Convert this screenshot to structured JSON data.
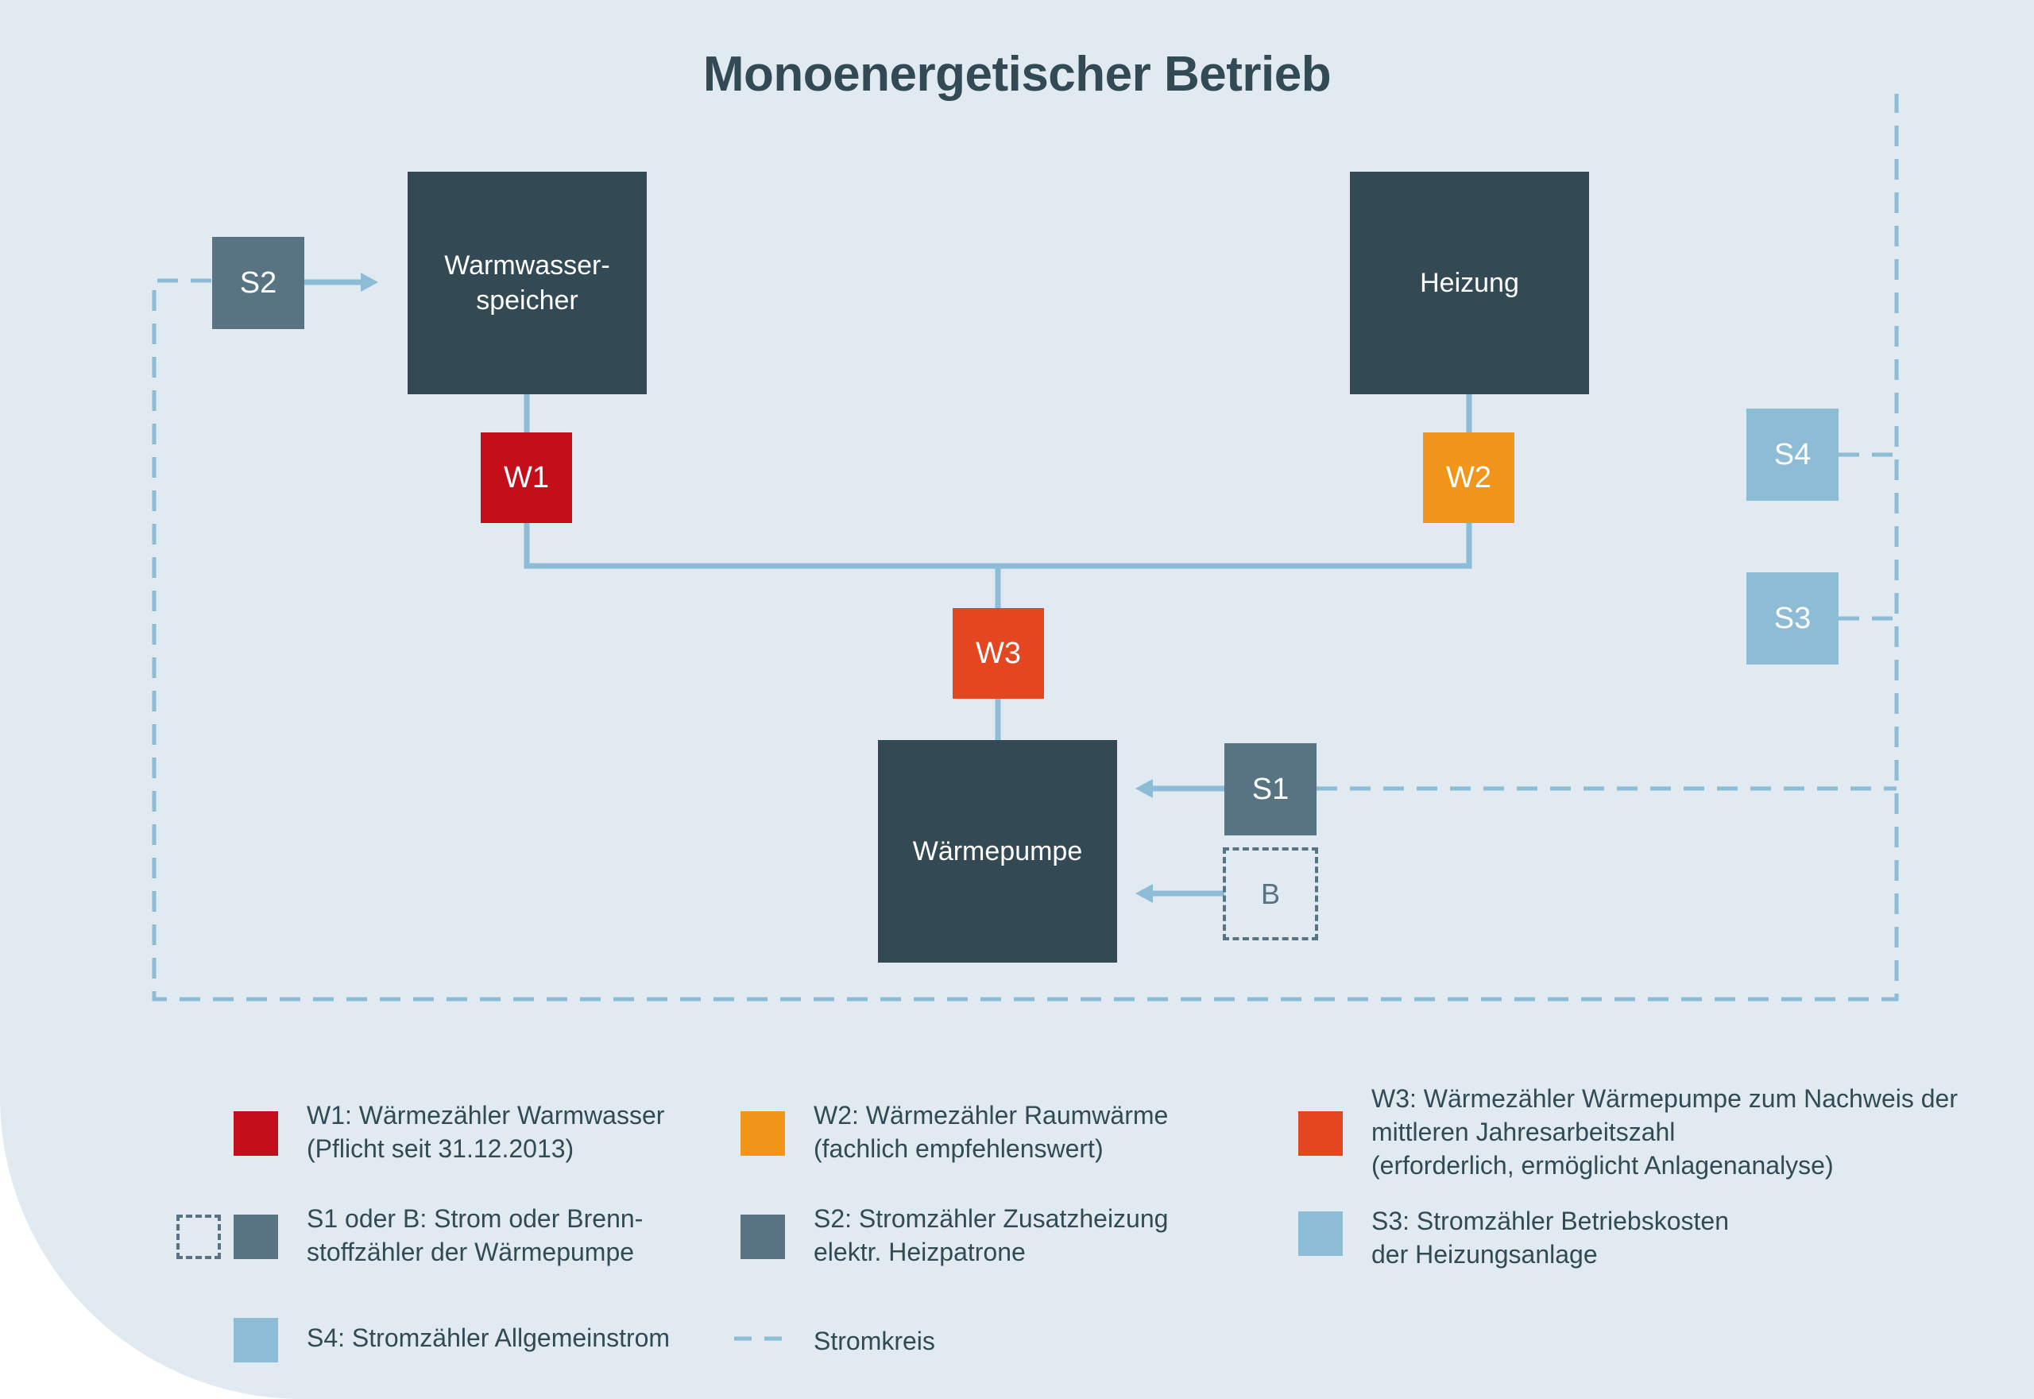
{
  "title": "Monoenergetischer Betrieb",
  "colors": {
    "background": "#e1eaf0",
    "component": "#334a54",
    "w1": "#c40f1b",
    "w2": "#f2961b",
    "w3": "#e4461f",
    "s_dark": "#587382",
    "s_light": "#8dbcd6",
    "pipe": "#8dbcd6"
  },
  "components": {
    "warmwasserspeicher": "Warmwasser-\nspeicher",
    "heizung": "Heizung",
    "waermepumpe": "Wärmepumpe"
  },
  "meters": {
    "w1": "W1",
    "w2": "W2",
    "w3": "W3",
    "s1": "S1",
    "s2": "S2",
    "s3": "S3",
    "s4": "S4",
    "b": "B"
  },
  "legend": {
    "w1": "W1: Wärmezähler Warmwasser\n(Pflicht seit 31.12.2013)",
    "w2": "W2: Wärmezähler Raumwärme\n(fachlich empfehlenswert)",
    "w3": "W3: Wärmezähler Wärmepumpe zum Nachweis der\nmittleren Jahresarbeitszahl\n(erforderlich, ermöglicht Anlagenanalyse)",
    "s1b": "S1 oder B: Strom oder Brenn-\nstoffzähler der Wärmepumpe",
    "s2": "S2: Stromzähler Zusatzheizung\nelektr. Heizpatrone",
    "s3": "S3: Stromzähler Betriebskosten\nder Heizungsanlage",
    "s4": "S4: Stromzähler Allgemeinstrom",
    "stromkreis": "Stromkreis"
  }
}
